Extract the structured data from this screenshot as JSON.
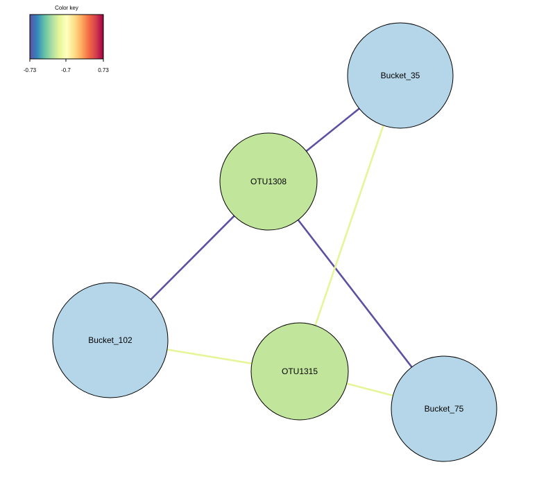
{
  "color_key": {
    "title": "Color key",
    "ticks": [
      "-0.73",
      "-0.7",
      "0.73"
    ],
    "palette": [
      "#5e4fa2",
      "#3288bd",
      "#66c2a5",
      "#abdda4",
      "#e6f598",
      "#ffffbf",
      "#fee08b",
      "#fdae61",
      "#f46d43",
      "#d53e4f",
      "#9e0142"
    ]
  },
  "node_colors": {
    "bucket": "#b5d6e8",
    "otu": "#c2e59c"
  },
  "nodes": [
    {
      "id": "Bucket_35",
      "label": "Bucket_35",
      "kind": "bucket"
    },
    {
      "id": "OTU1308",
      "label": "OTU1308",
      "kind": "otu"
    },
    {
      "id": "Bucket_102",
      "label": "Bucket_102",
      "kind": "bucket"
    },
    {
      "id": "OTU1315",
      "label": "OTU1315",
      "kind": "otu"
    },
    {
      "id": "Bucket_75",
      "label": "Bucket_75",
      "kind": "bucket"
    }
  ],
  "edges": [
    {
      "source": "OTU1308",
      "target": "Bucket_35",
      "color": "#5e4fa2"
    },
    {
      "source": "OTU1308",
      "target": "Bucket_102",
      "color": "#5e4fa2"
    },
    {
      "source": "OTU1308",
      "target": "Bucket_75",
      "color": "#5e4fa2"
    },
    {
      "source": "OTU1315",
      "target": "Bucket_35",
      "color": "#e6f598"
    },
    {
      "source": "OTU1315",
      "target": "Bucket_102",
      "color": "#e6f598"
    },
    {
      "source": "OTU1315",
      "target": "Bucket_75",
      "color": "#e6f598"
    }
  ]
}
